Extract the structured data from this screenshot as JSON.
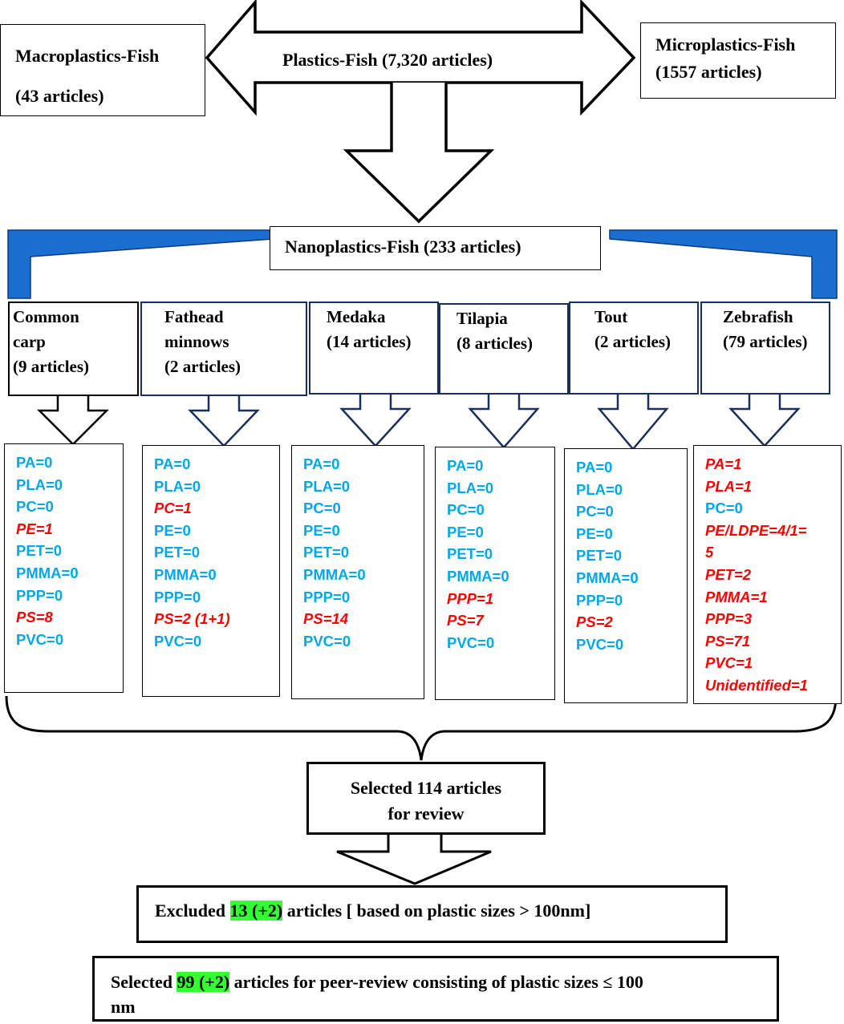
{
  "top": {
    "center": "Plastics-Fish (7,320 articles)",
    "left_title": "Macroplastics-Fish",
    "left_count": "(43 articles)",
    "right_title": "Microplastics-Fish",
    "right_count": "(1557 articles)"
  },
  "nano": {
    "label": "Nanoplastics-Fish (233 articles)"
  },
  "species": [
    {
      "lines": [
        "Common",
        "carp",
        "(9 articles)"
      ],
      "counts": [
        {
          "text": "PA=0",
          "color": "blue"
        },
        {
          "text": "PLA=0",
          "color": "blue"
        },
        {
          "text": "PC=0",
          "color": "blue"
        },
        {
          "text": "PE=1",
          "color": "red"
        },
        {
          "text": "PET=0",
          "color": "blue"
        },
        {
          "text": "PMMA=0",
          "color": "blue"
        },
        {
          "text": "PPP=0",
          "color": "blue"
        },
        {
          "text": "PS=8",
          "color": "red"
        },
        {
          "text": "PVC=0",
          "color": "blue"
        }
      ]
    },
    {
      "lines": [
        "Fathead",
        "minnows",
        "(2 articles)"
      ],
      "counts": [
        {
          "text": "PA=0",
          "color": "blue"
        },
        {
          "text": "PLA=0",
          "color": "blue"
        },
        {
          "text": "PC=1",
          "color": "red"
        },
        {
          "text": "PE=0",
          "color": "blue"
        },
        {
          "text": "PET=0",
          "color": "blue"
        },
        {
          "text": "PMMA=0",
          "color": "blue"
        },
        {
          "text": "PPP=0",
          "color": "blue"
        },
        {
          "text": "PS=2 (1+1)",
          "color": "red"
        },
        {
          "text": "PVC=0",
          "color": "blue"
        }
      ]
    },
    {
      "lines": [
        "Medaka",
        "(14 articles)"
      ],
      "counts": [
        {
          "text": "PA=0",
          "color": "blue"
        },
        {
          "text": "PLA=0",
          "color": "blue"
        },
        {
          "text": "PC=0",
          "color": "blue"
        },
        {
          "text": "PE=0",
          "color": "blue"
        },
        {
          "text": "PET=0",
          "color": "blue"
        },
        {
          "text": "PMMA=0",
          "color": "blue"
        },
        {
          "text": "PPP=0",
          "color": "blue"
        },
        {
          "text": "PS=14",
          "color": "red"
        },
        {
          "text": "PVC=0",
          "color": "blue"
        }
      ]
    },
    {
      "lines": [
        "Tilapia",
        "(8 articles)"
      ],
      "counts": [
        {
          "text": "PA=0",
          "color": "blue"
        },
        {
          "text": "PLA=0",
          "color": "blue"
        },
        {
          "text": "PC=0",
          "color": "blue"
        },
        {
          "text": "PE=0",
          "color": "blue"
        },
        {
          "text": "PET=0",
          "color": "blue"
        },
        {
          "text": "PMMA=0",
          "color": "blue"
        },
        {
          "text": "PPP=1",
          "color": "red"
        },
        {
          "text": "PS=7",
          "color": "red"
        },
        {
          "text": "PVC=0",
          "color": "blue"
        }
      ]
    },
    {
      "lines": [
        "Tout",
        "(2 articles)"
      ],
      "counts": [
        {
          "text": "PA=0",
          "color": "blue"
        },
        {
          "text": "PLA=0",
          "color": "blue"
        },
        {
          "text": "PC=0",
          "color": "blue"
        },
        {
          "text": "PE=0",
          "color": "blue"
        },
        {
          "text": "PET=0",
          "color": "blue"
        },
        {
          "text": "PMMA=0",
          "color": "blue"
        },
        {
          "text": "PPP=0",
          "color": "blue"
        },
        {
          "text": "PS=2",
          "color": "red"
        },
        {
          "text": "PVC=0",
          "color": "blue"
        }
      ]
    },
    {
      "lines": [
        "Zebrafish",
        "(79 articles)"
      ],
      "counts": [
        {
          "text": "PA=1",
          "color": "red"
        },
        {
          "text": "PLA=1",
          "color": "red"
        },
        {
          "text": "PC=0",
          "color": "blue"
        },
        {
          "text": "PE/LDPE=4/1=",
          "color": "red"
        },
        {
          "text": "5",
          "color": "red"
        },
        {
          "text": "PET=2",
          "color": "red"
        },
        {
          "text": "PMMA=1",
          "color": "red"
        },
        {
          "text": "PPP=3",
          "color": "red"
        },
        {
          "text": "PS=71",
          "color": "red"
        },
        {
          "text": "PVC=1",
          "color": "red"
        },
        {
          "text": "Unidentified=1",
          "color": "red"
        }
      ]
    }
  ],
  "selected": {
    "line1": "Selected 114 articles",
    "line2": "for review"
  },
  "excluded": {
    "before": "Excluded ",
    "highlight": "13 (+2)",
    "after": " articles [ based on plastic sizes > 100nm]"
  },
  "final": {
    "before": "Selected ",
    "highlight": "99 (+2)",
    "after": " articles for peer-review consisting of plastic sizes ≤ 100",
    "line2": "nm"
  },
  "colors": {
    "blue_text": "#00a8e8",
    "red_text": "#ff0000",
    "highlight": "#33ff33",
    "bracket_fill": "#1a6fd1",
    "box_border": "#1a2f5a"
  }
}
